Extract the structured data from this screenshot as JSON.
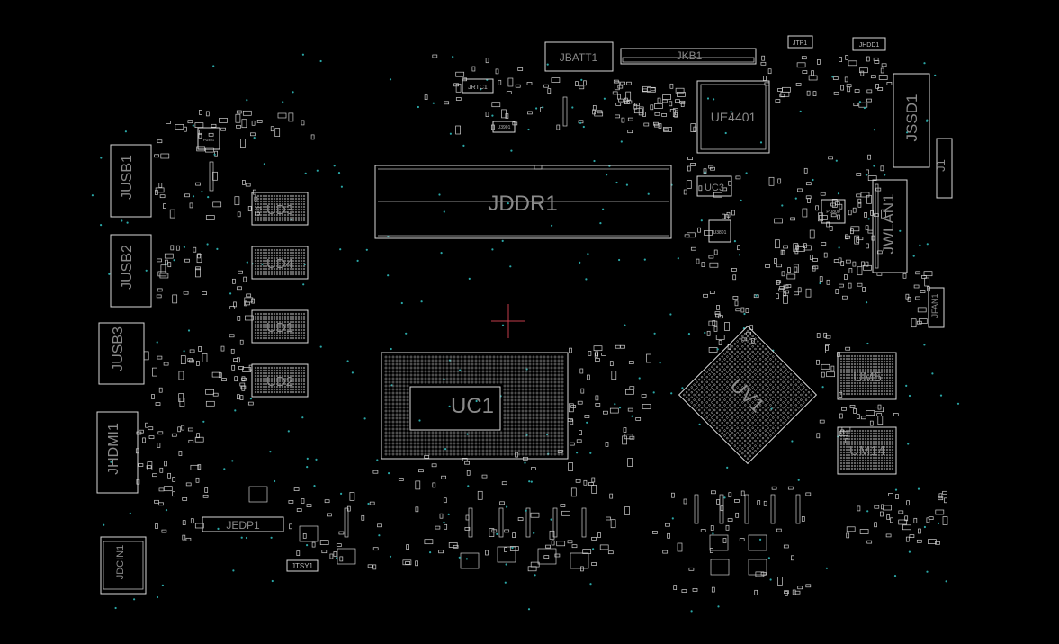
{
  "board": {
    "background": "#000000",
    "silkscreen_color": "#d8d8d8",
    "label_color": "#8a8a8a",
    "via_color": "#2aa7a7",
    "marker_color": "#c23b4a"
  },
  "components": {
    "jbatt1": "JBATT1",
    "jkb1": "JKB1",
    "jtp1": "JTP1",
    "jhdd1": "JHDD1",
    "jrtc1": "JRTC1",
    "ue4401": "UE4401",
    "jssd1": "JSSD1",
    "j1": "J1",
    "jusb1": "JUSB1",
    "jusb2": "JUSB2",
    "jusb3": "JUSB3",
    "jhdmi1": "JHDMI1",
    "jdcin1": "JDCIN1",
    "jddr1": "JDDR1",
    "uc3": "UC3",
    "jwlan1": "JWLAN1",
    "jfan1": "JFAN1",
    "ud3": "UD3",
    "ud4": "UD4",
    "ud1": "UD1",
    "ud2": "UD2",
    "uc1": "UC1",
    "uv1": "UV1",
    "um5": "UM5",
    "um14": "UM14",
    "jedp1": "JEDP1",
    "jtsy1": "JTSY1",
    "u3901": "U3901",
    "u3801": "U3801",
    "pu800": "PU800",
    "pu401": "PU401"
  }
}
